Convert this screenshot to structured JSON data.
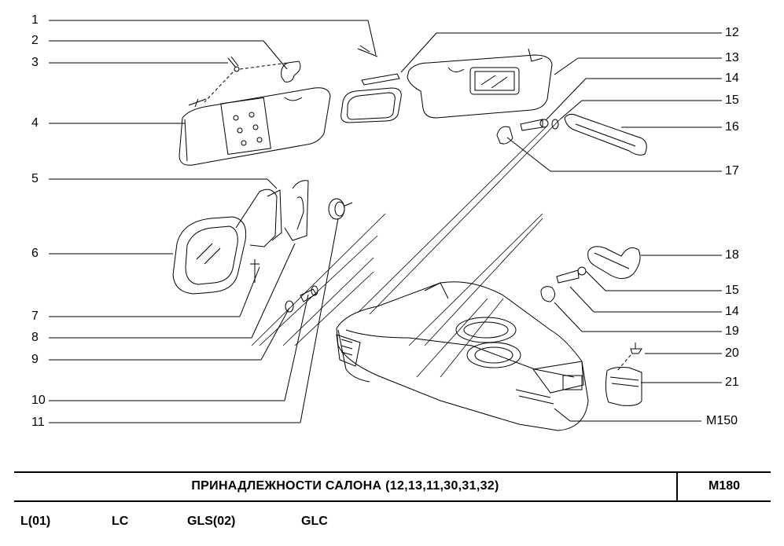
{
  "labels_left": [
    "1",
    "2",
    "3",
    "4",
    "5",
    "6",
    "7",
    "8",
    "9",
    "10",
    "11"
  ],
  "labels_right": [
    "12",
    "13",
    "14",
    "15",
    "16",
    "17",
    "18",
    "15",
    "14",
    "19",
    "20",
    "21"
  ],
  "label_body": "M150",
  "title": "ПРИНАДЛЕЖНОСТИ   САЛОНА  (12,13,11,30,31,32)",
  "code": "M180",
  "variants": [
    "L(01)",
    "LC",
    "GLS(02)",
    "GLC"
  ]
}
